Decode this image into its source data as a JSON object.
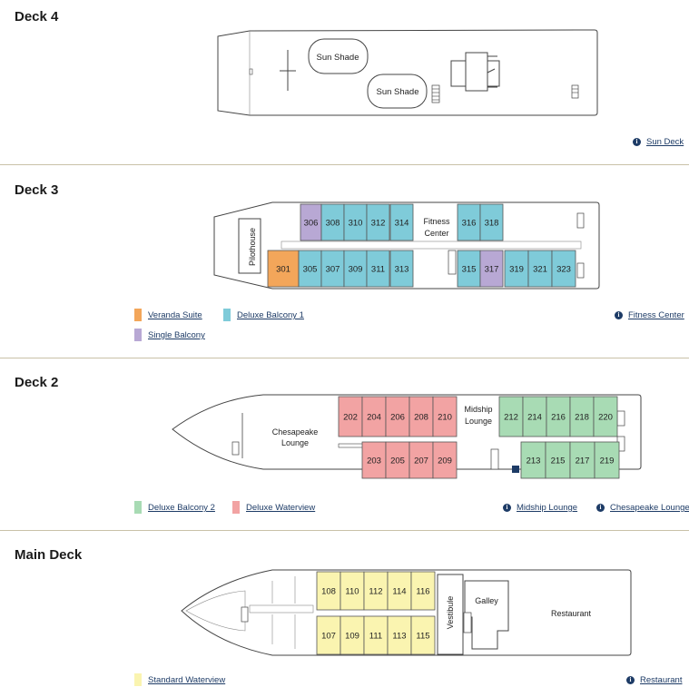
{
  "colors": {
    "veranda": "#f3a65a",
    "deluxe1": "#7fcbd9",
    "single": "#b8a8d4",
    "deluxe2": "#a8dbb4",
    "waterview": "#f2a3a3",
    "standard": "#faf4b0",
    "link": "#1d3b66"
  },
  "deck4": {
    "title": "Deck 4",
    "sunshade1": "Sun Shade",
    "sunshade2": "Sun Shade",
    "link": "Sun Deck",
    "link_icon": "info-icon"
  },
  "deck3": {
    "title": "Deck 3",
    "pilothouse": "Pilothouse",
    "fitness1": "Fitness",
    "fitness2": "Center",
    "top_cabins": [
      "306",
      "308",
      "310",
      "312",
      "314",
      "316",
      "318"
    ],
    "bottom_cabins": [
      "301",
      "305",
      "307",
      "309",
      "311",
      "313",
      "315",
      "317",
      "319",
      "321",
      "323"
    ],
    "legend": [
      "Veranda Suite",
      "Deluxe Balcony 1",
      "Single Balcony"
    ],
    "link": "Fitness Center"
  },
  "deck2": {
    "title": "Deck 2",
    "lounge1": "Chesapeake",
    "lounge2": "Lounge",
    "midship1": "Midship",
    "midship2": "Lounge",
    "top_cabins": [
      "202",
      "204",
      "206",
      "208",
      "210",
      "212",
      "214",
      "216",
      "218",
      "220"
    ],
    "bottom_cabins": [
      "203",
      "205",
      "207",
      "209",
      "213",
      "215",
      "217",
      "219"
    ],
    "legend": [
      "Deluxe Balcony 2",
      "Deluxe Waterview"
    ],
    "links": [
      "Midship Lounge",
      "Chesapeake Lounge"
    ]
  },
  "main": {
    "title": "Main Deck",
    "vestibule": "Vestibule",
    "galley": "Galley",
    "restaurant": "Restaurant",
    "top_cabins": [
      "108",
      "110",
      "112",
      "114",
      "116"
    ],
    "bottom_cabins": [
      "107",
      "109",
      "111",
      "113",
      "115"
    ],
    "legend": [
      "Standard Waterview"
    ],
    "link": "Restaurant"
  }
}
